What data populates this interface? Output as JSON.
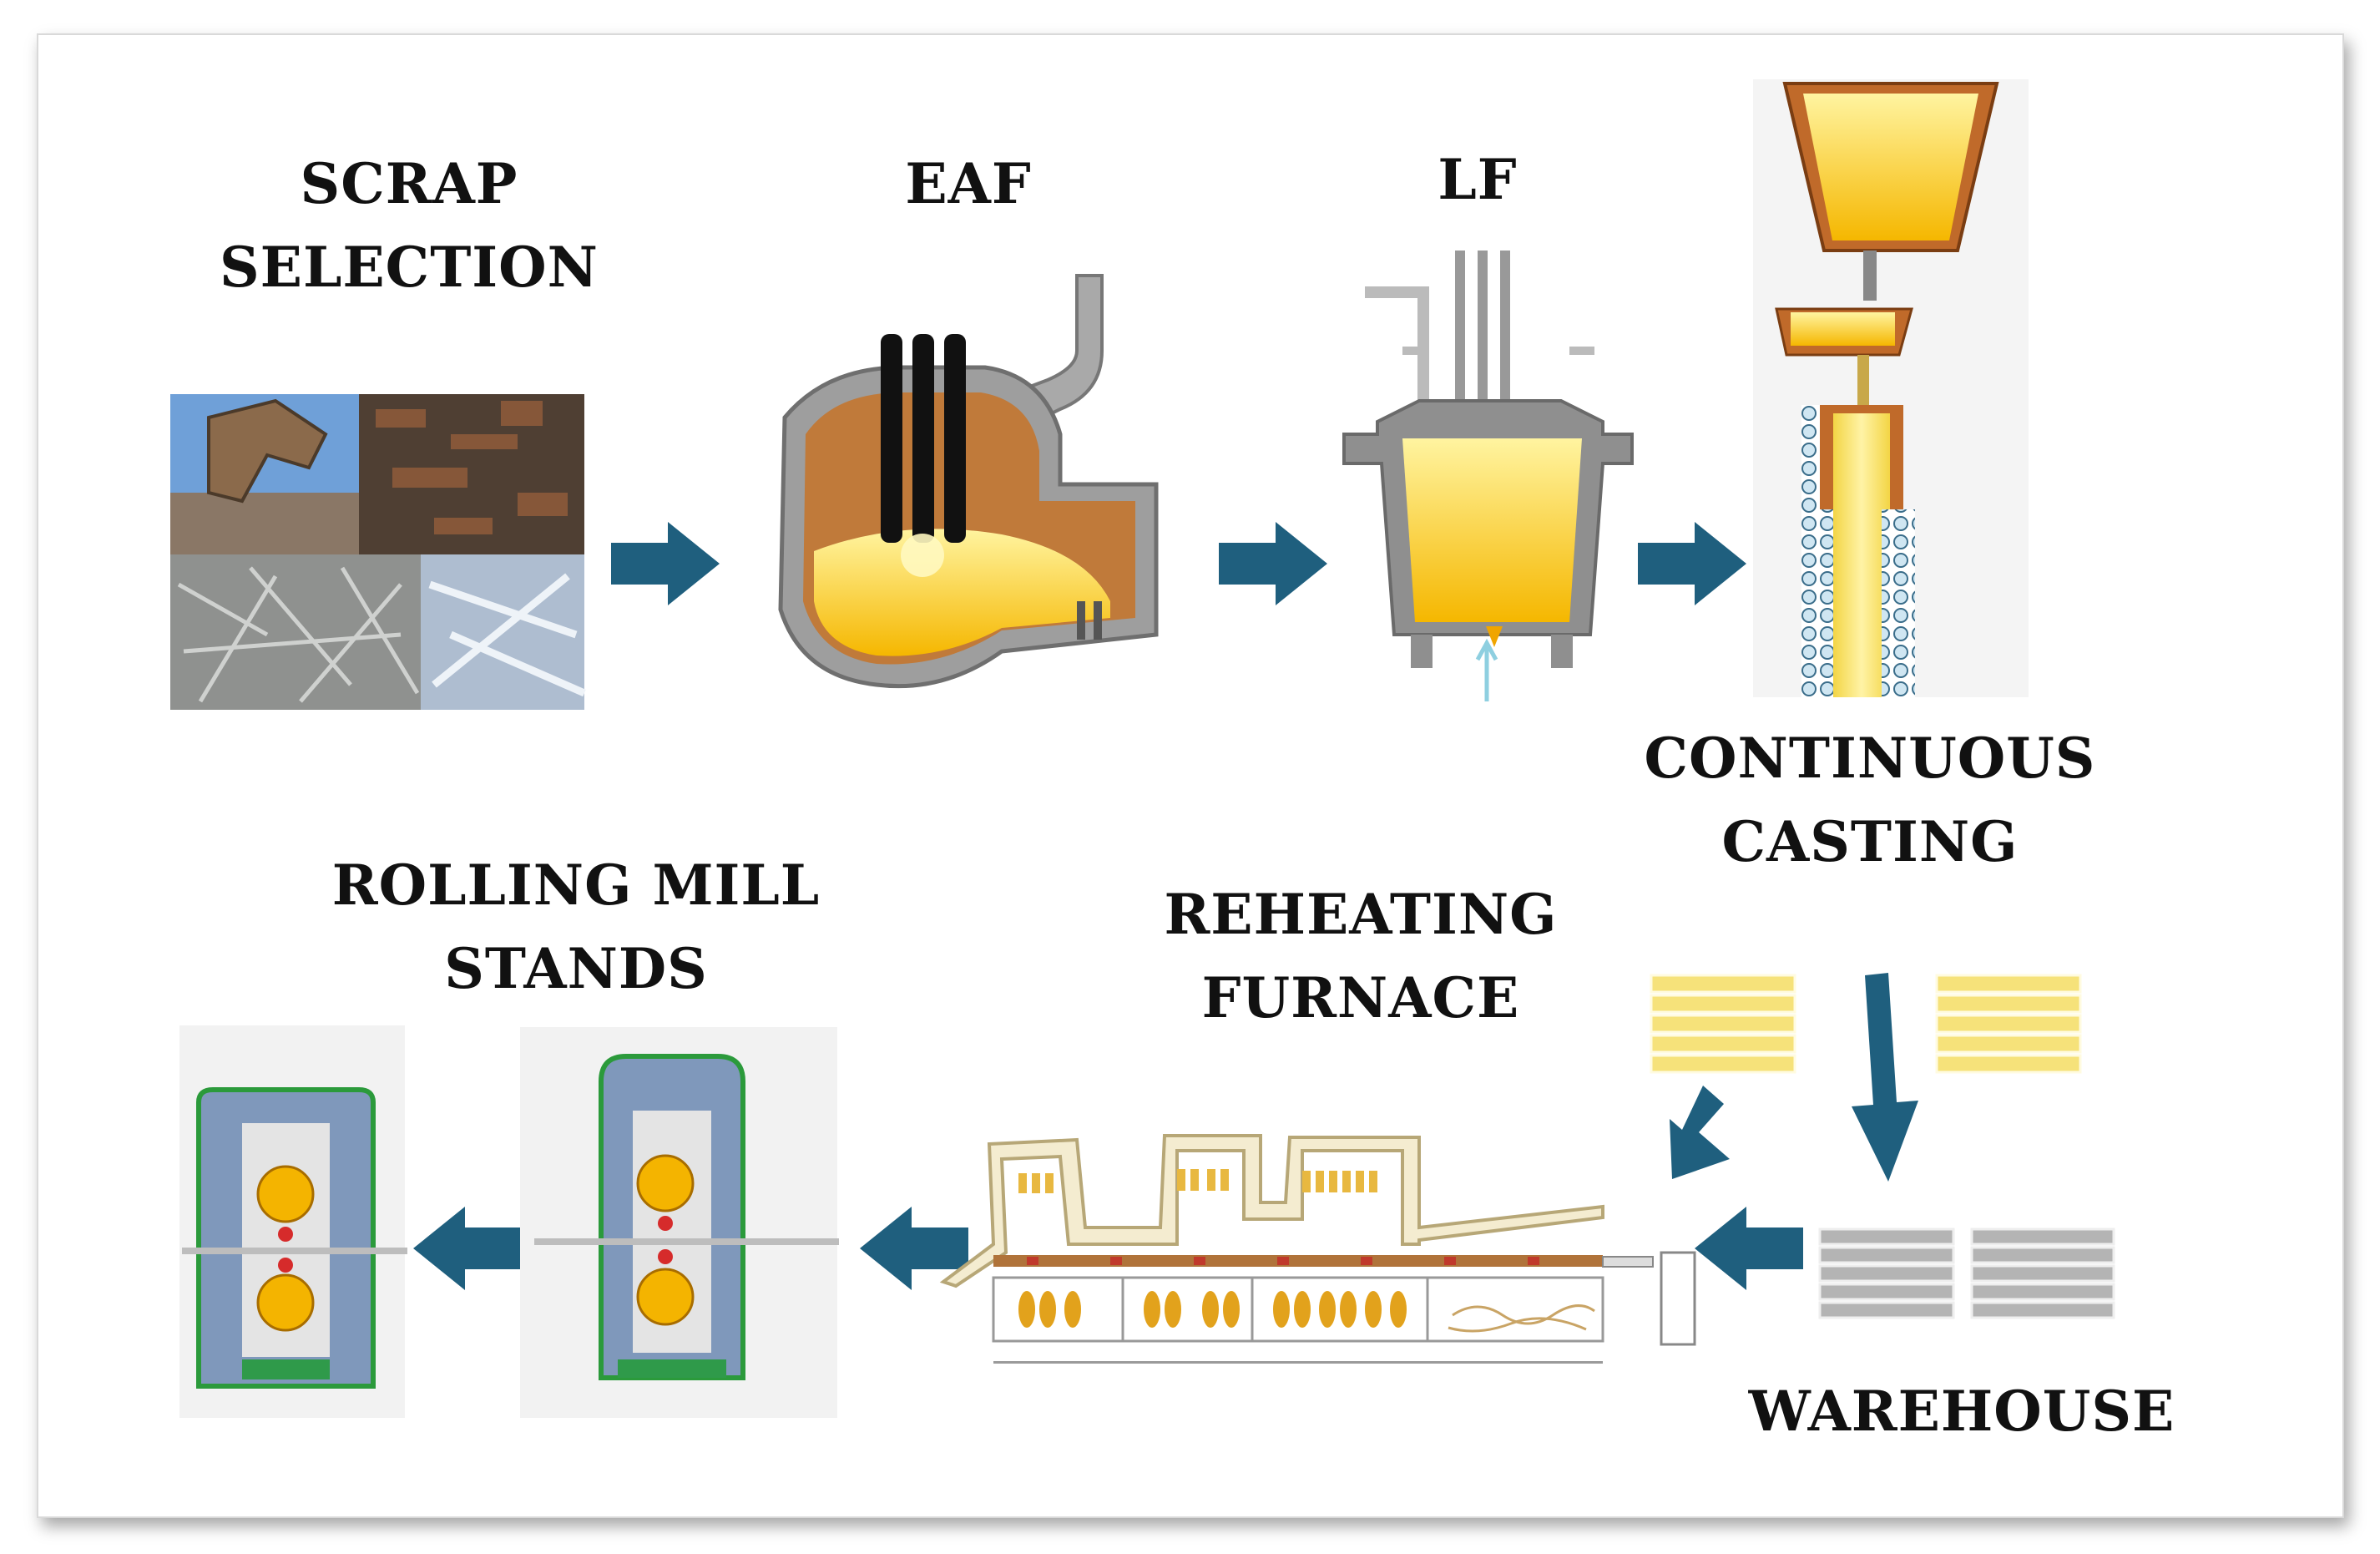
{
  "labels": {
    "scrap": [
      "SCRAP",
      "SELECTION"
    ],
    "eaf": "EAF",
    "lf": "LF",
    "continuous_casting": [
      "CONTINUOUS",
      "CASTING"
    ],
    "rolling_mill": [
      "ROLLING MILL",
      "STANDS"
    ],
    "reheating": [
      "REHEATING",
      "FURNACE"
    ],
    "warehouse": "WAREHOUSE"
  },
  "colors": {
    "arrow": "#1f5f7e",
    "molten_steel": "#f8c21a",
    "refractory": "#c07a3a",
    "shell": "#9b9b9b",
    "roll_housing": "#7f98bb",
    "housing_edge": "#2b9a3b",
    "roll": "#f4b400",
    "billet_hot": "#f7e67a",
    "billet_cold": "#b9b9b9"
  }
}
